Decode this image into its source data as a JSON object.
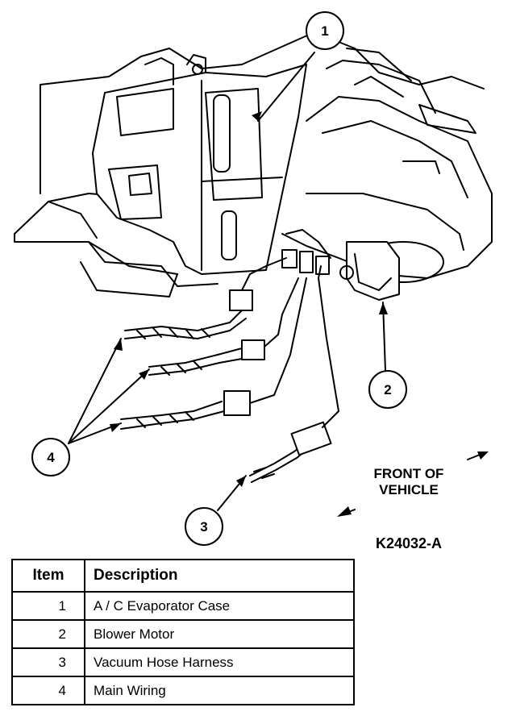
{
  "callouts": [
    "1",
    "2",
    "3",
    "4"
  ],
  "front_label": [
    "FRONT OF",
    "VEHICLE"
  ],
  "figure_code": "K24032-A",
  "legend": {
    "headers": [
      "Item",
      "Description"
    ],
    "rows": [
      {
        "item": "1",
        "description": "A / C Evaporator Case"
      },
      {
        "item": "2",
        "description": "Blower Motor"
      },
      {
        "item": "3",
        "description": "Vacuum Hose Harness"
      },
      {
        "item": "4",
        "description": "Main Wiring"
      }
    ]
  }
}
